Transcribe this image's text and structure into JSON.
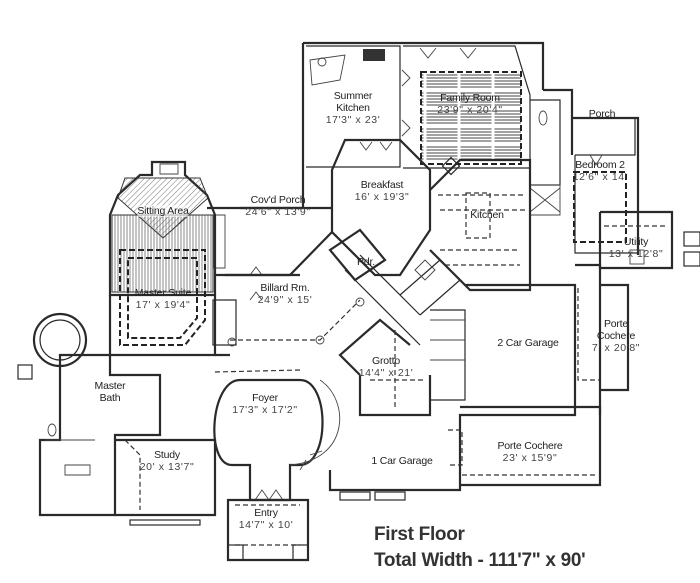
{
  "plan": {
    "title": "First Floor",
    "subtitle": "Total Width - 111'7\" x 90'",
    "line_color": "#2a2a2a",
    "background": "#ffffff"
  },
  "rooms": {
    "summer_kitchen": {
      "name": "Summer",
      "name2": "Kitchen",
      "dims": "17'3\" x 23'"
    },
    "family_room": {
      "name": "Family Room",
      "dims": "23'9\" x 20'4\""
    },
    "porch": {
      "name": "Porch"
    },
    "bedroom2": {
      "name": "Bedroom 2",
      "dims": "12'6\" x 14'"
    },
    "breakfast": {
      "name": "Breakfast",
      "dims": "16' x 19'3\""
    },
    "kitchen": {
      "name": "Kitchen"
    },
    "covd_porch": {
      "name": "Cov'd Porch",
      "dims": "24'6\" x 13'9\""
    },
    "sitting_area": {
      "name": "Sitting Area"
    },
    "utility": {
      "name": "Utility",
      "dims": "13' x 12'8\""
    },
    "master_suite": {
      "name": "Master Suite",
      "dims": "17' x 19'4\""
    },
    "billiard": {
      "name": "Billard Rm.",
      "dims": "24'9\" x 15'"
    },
    "pdr": {
      "name": "Pdr."
    },
    "grotto": {
      "name": "Grotto",
      "dims": "14'4\" x 21'"
    },
    "two_car_garage": {
      "name": "2 Car Garage"
    },
    "porte_cochere_side": {
      "name": "Porte",
      "name2": "Cochere",
      "dims": "7' x 20'8\""
    },
    "master_bath": {
      "name": "Master",
      "name2": "Bath"
    },
    "foyer": {
      "name": "Foyer",
      "dims": "17'3\" x 17'2\""
    },
    "study": {
      "name": "Study",
      "dims": "20' x 13'7\""
    },
    "one_car_garage": {
      "name": "1 Car Garage"
    },
    "porte_cochere_front": {
      "name": "Porte Cochere",
      "dims": "23' x 15'9\""
    },
    "entry": {
      "name": "Entry",
      "dims": "14'7\" x 10'"
    }
  }
}
